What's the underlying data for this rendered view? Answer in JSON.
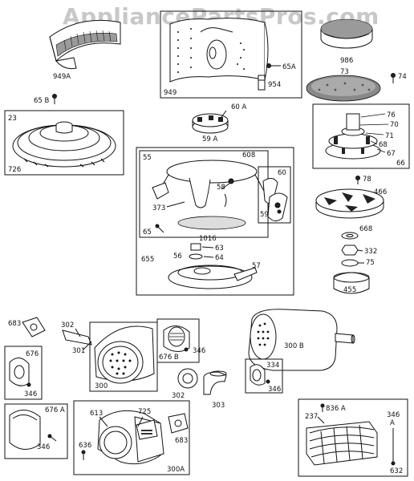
{
  "watermark": "AppliancePartsPros.com",
  "labels": {
    "p949A": "949A",
    "p949": "949",
    "p65A": "65A",
    "p954": "954",
    "p986": "986",
    "p73": "73",
    "p74": "74",
    "p65B": "65 B",
    "p23": "23",
    "p726": "726",
    "p60A": "60 A",
    "p59A": "59 A",
    "p608": "608",
    "p55": "55",
    "p60": "60",
    "p58": "58",
    "p373": "373",
    "p59": "59",
    "p1016": "1016",
    "p65": "65",
    "p63": "63",
    "p64": "64",
    "p655": "655",
    "p56": "56",
    "p57": "57",
    "p76": "76",
    "p70": "70",
    "p71": "71",
    "p68": "68",
    "p67": "67",
    "p66": "66",
    "p78": "78",
    "p466": "466",
    "p668": "668",
    "p332": "332",
    "p75": "75",
    "p455": "455",
    "p683a": "683",
    "p302a": "302",
    "p676": "676",
    "p301": "301",
    "p346a": "346",
    "p300": "300",
    "p676B": "676 B",
    "p346b": "346",
    "p300B": "300 B",
    "p302b": "302",
    "p303": "303",
    "p334": "334",
    "p346c": "346",
    "p676A": "676 A",
    "p346d": "346",
    "p613": "613",
    "p725": "725",
    "p636": "636",
    "p683b": "683",
    "p300A": "300A",
    "p836A": "836 A",
    "p237": "237",
    "p346e": "346",
    "pA": "A",
    "p632": "632"
  }
}
